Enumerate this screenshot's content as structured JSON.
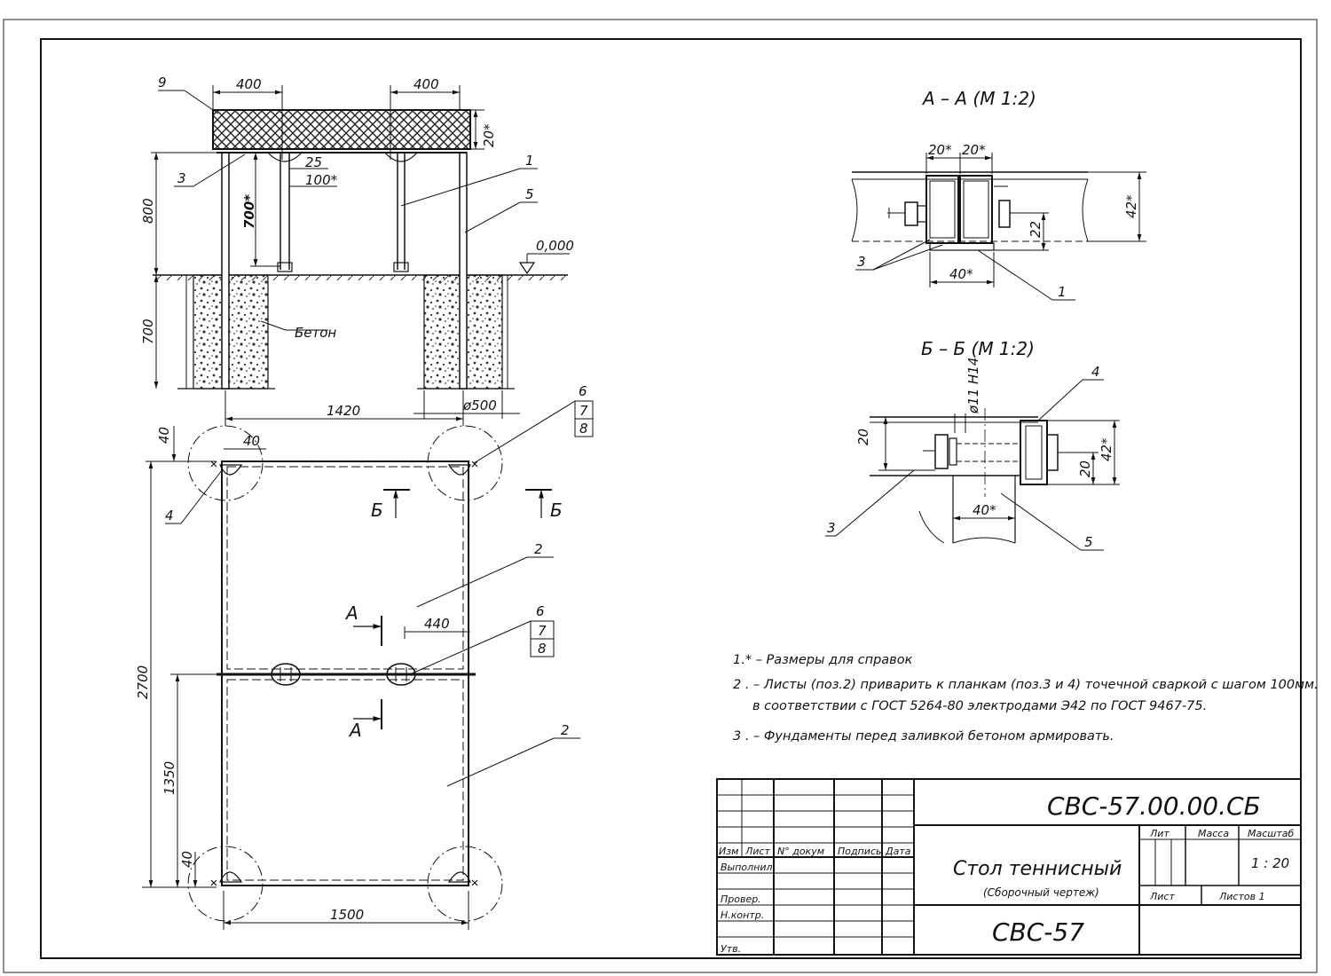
{
  "front_view": {
    "dims": {
      "w_left": "400",
      "w_right": "400",
      "top_thickness": "20*",
      "leg_h": "800",
      "found_h": "700",
      "brace_h": "700*",
      "brace_w": "25",
      "brace_len": "100*",
      "pit_span": "1420",
      "pit_dia": "ø500"
    },
    "level": "0,000",
    "concrete": "Бетон",
    "pos": {
      "p9": "9",
      "p3": "3",
      "p1": "1",
      "p5": "5"
    }
  },
  "plan_view": {
    "dims": {
      "off_top_v": "40",
      "off_top_h": "40",
      "length": "2700",
      "half_len": "1350",
      "off_bot_v": "40",
      "width": "1500",
      "offset_a": "440"
    },
    "pos": {
      "p4": "4",
      "p2a": "2",
      "p2b": "2"
    },
    "callout_top": {
      "top": "6",
      "mid": "7",
      "bot": "8"
    },
    "callout_mid": {
      "top": "6",
      "mid": "7",
      "bot": "8"
    },
    "cut_b": "Б",
    "cut_a": "А"
  },
  "section_a": {
    "title": "А – А (М 1:2)",
    "dims": {
      "w1": "20*",
      "w2": "20*",
      "h": "42*",
      "h2": "22",
      "base": "40*"
    },
    "pos": {
      "p3": "3",
      "p1": "1"
    }
  },
  "section_b": {
    "title": "Б – Б (М 1:2)",
    "dims": {
      "hole": "ø11 H14",
      "h_top": "20",
      "h_total": "42*",
      "h_bot": "20",
      "base": "40*"
    },
    "pos": {
      "p4": "4",
      "p3": "3",
      "p5": "5"
    }
  },
  "notes": [
    "1.* – Размеры для справок",
    "2 . – Листы (поз.2)  приварить к планкам (поз.3 и 4) точечной сваркой с шагом 100мм.",
    "в соответствии с ГОСТ 5264-80 электродами Э42 по ГОСТ 9467-75.",
    "3 . – Фундаменты перед заливкой бетоном армировать."
  ],
  "title_block": {
    "code": "СВС-57.00.00.СБ",
    "name": "Стол теннисный",
    "subname": "(Сборочный чертеж)",
    "short_code": "СВС-57",
    "headers": {
      "izm": "Изм",
      "list": "Лист",
      "doc": "N° докум",
      "sign": "Подпись",
      "date": "Дата"
    },
    "rows": {
      "done": "Выполнил",
      "check": "Провер.",
      "ncontrol": "Н.контр.",
      "approve": "Утв."
    },
    "lit": "Лит",
    "mass": "Масса",
    "scale_lbl": "Масштаб",
    "scale_val": "1 : 20",
    "sheet": "Лист",
    "sheets": "Листов 1"
  }
}
